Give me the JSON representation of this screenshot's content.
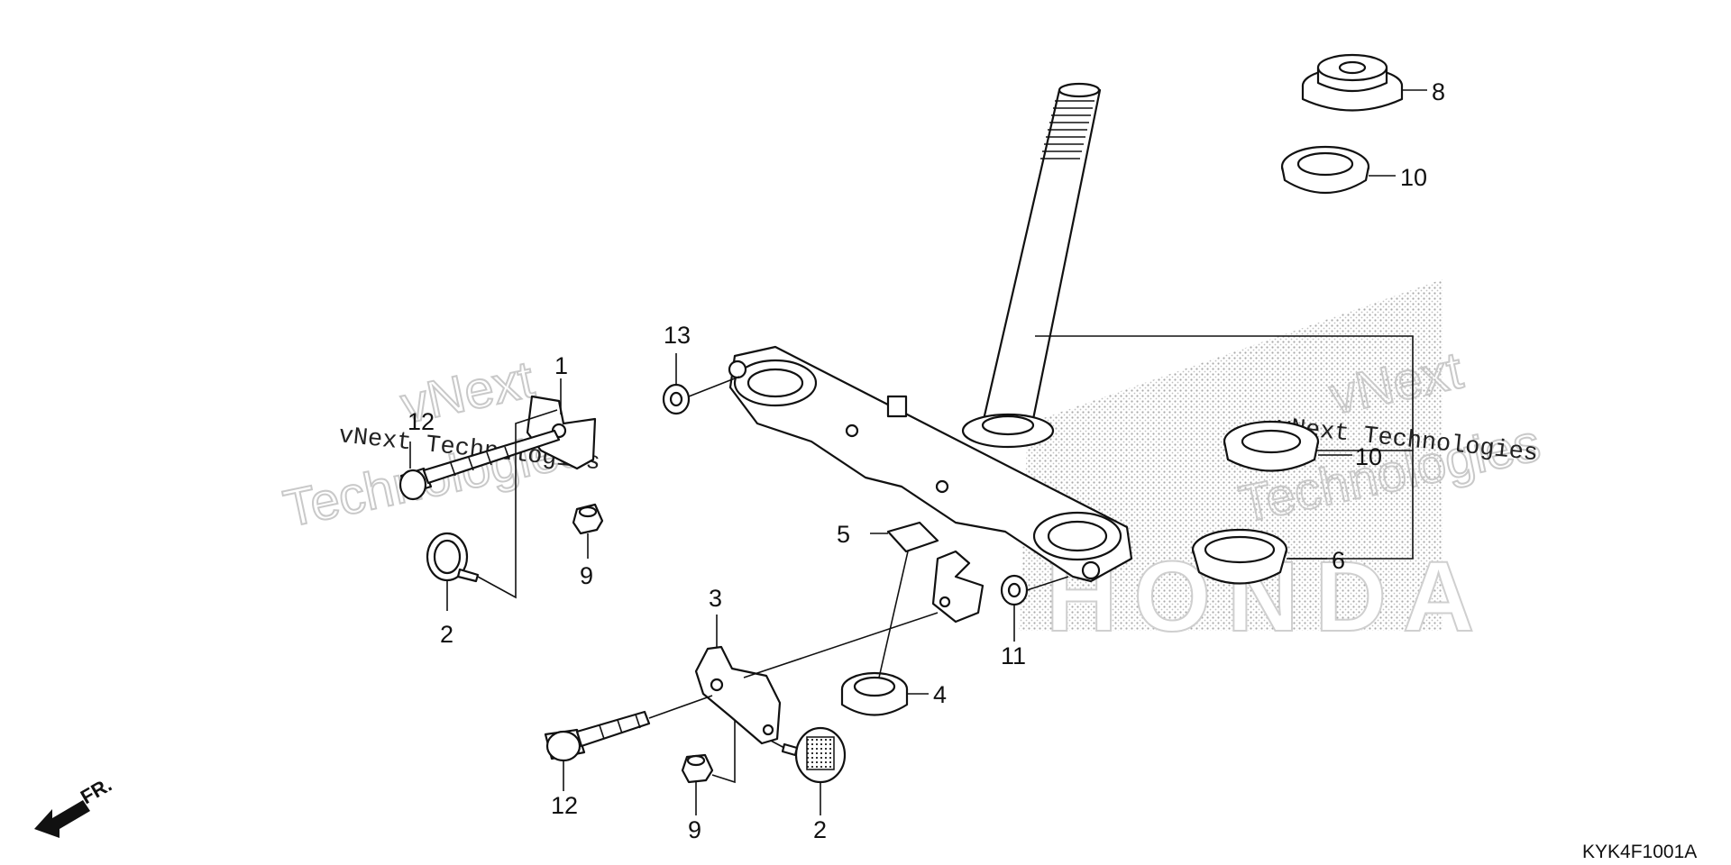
{
  "diagram": {
    "code": "KYK4F1001A",
    "brand_watermark": "HONDA",
    "direction_label": "FR.",
    "watermarks": [
      {
        "line1": "vNext",
        "line2": "Technologies",
        "small": "vNext Technologies"
      },
      {
        "line1": "vNext",
        "line2": "Technologies",
        "small": "vNext Technologies"
      }
    ],
    "callouts": {
      "c1": "1",
      "c2a": "2",
      "c2b": "2",
      "c3": "3",
      "c4": "4",
      "c5": "5",
      "c6": "6",
      "c8": "8",
      "c9a": "9",
      "c9b": "9",
      "c10a": "10",
      "c10b": "10",
      "c11": "11",
      "c12a": "12",
      "c12b": "12",
      "c13": "13"
    }
  }
}
